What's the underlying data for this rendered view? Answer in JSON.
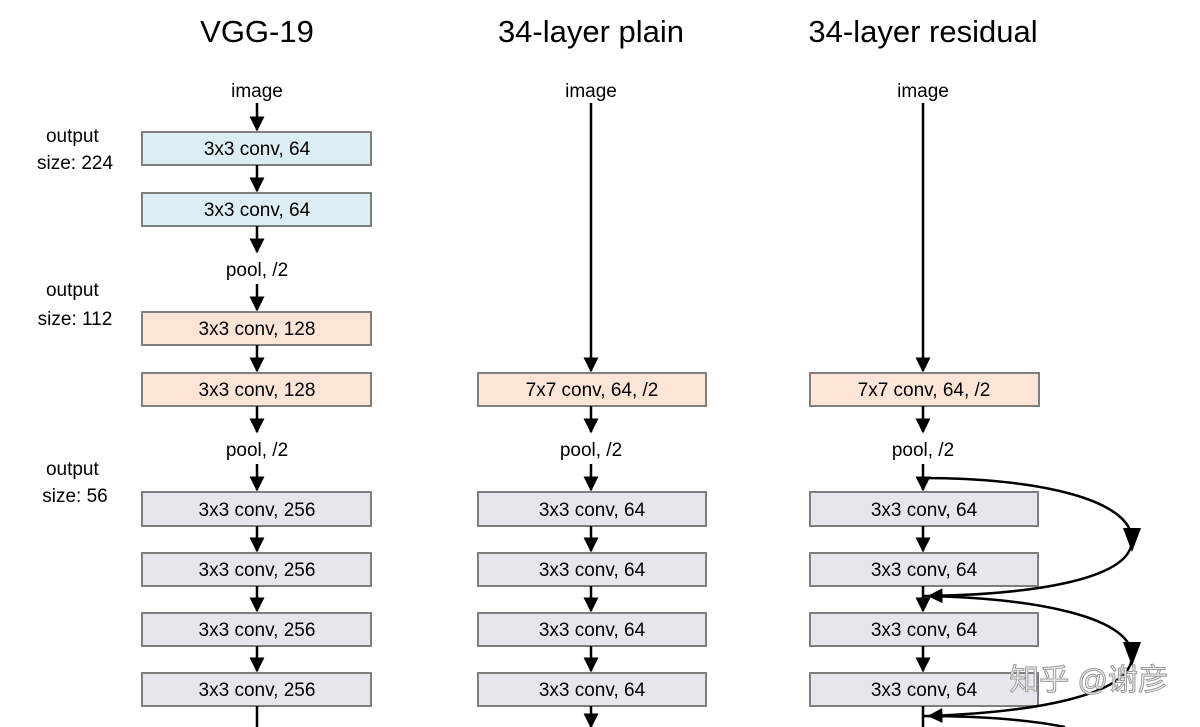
{
  "columns": [
    {
      "key": "vgg",
      "title": "VGG-19",
      "input_label": "image",
      "items": [
        {
          "kind": "box",
          "text": "3x3 conv, 64",
          "color": "#dbeef4"
        },
        {
          "kind": "box",
          "text": "3x3 conv, 64",
          "color": "#dbeef4"
        },
        {
          "kind": "label",
          "text": "pool, /2"
        },
        {
          "kind": "box",
          "text": "3x3 conv, 128",
          "color": "#fce4d6"
        },
        {
          "kind": "box",
          "text": "3x3 conv, 128",
          "color": "#fce4d6"
        },
        {
          "kind": "label",
          "text": "pool, /2"
        },
        {
          "kind": "box",
          "text": "3x3 conv, 256",
          "color": "#e7e6ec"
        },
        {
          "kind": "box",
          "text": "3x3 conv, 256",
          "color": "#e7e6ec"
        },
        {
          "kind": "box",
          "text": "3x3 conv, 256",
          "color": "#e7e6ec"
        },
        {
          "kind": "box",
          "text": "3x3 conv, 256",
          "color": "#e7e6ec"
        }
      ]
    },
    {
      "key": "plain",
      "title": "34-layer plain",
      "input_label": "image",
      "items": [
        {
          "kind": "box",
          "text": "7x7 conv, 64, /2",
          "color": "#fce4d6"
        },
        {
          "kind": "label",
          "text": "pool, /2"
        },
        {
          "kind": "box",
          "text": "3x3 conv, 64",
          "color": "#e7e6ec"
        },
        {
          "kind": "box",
          "text": "3x3 conv, 64",
          "color": "#e7e6ec"
        },
        {
          "kind": "box",
          "text": "3x3 conv, 64",
          "color": "#e7e6ec"
        },
        {
          "kind": "box",
          "text": "3x3 conv, 64",
          "color": "#e7e6ec"
        }
      ]
    },
    {
      "key": "residual",
      "title": "34-layer residual",
      "input_label": "image",
      "items": [
        {
          "kind": "box",
          "text": "7x7 conv, 64, /2",
          "color": "#fce4d6"
        },
        {
          "kind": "label",
          "text": "pool, /2"
        },
        {
          "kind": "box",
          "text": "3x3 conv, 64",
          "color": "#e7e6ec"
        },
        {
          "kind": "box",
          "text": "3x3 conv, 64",
          "color": "#e7e6ec"
        },
        {
          "kind": "box",
          "text": "3x3 conv, 64",
          "color": "#e7e6ec"
        },
        {
          "kind": "box",
          "text": "3x3 conv, 64",
          "color": "#e7e6ec"
        }
      ]
    }
  ],
  "side_labels": [
    {
      "line1": "output",
      "line2": "size: 224"
    },
    {
      "line1": "output",
      "line2": "size: 112"
    },
    {
      "line1": "output",
      "line2": "size: 56"
    }
  ],
  "watermark": "知乎 @谢彦",
  "colors": {
    "box_border": "#7f7f7f",
    "arrow": "#000000"
  }
}
